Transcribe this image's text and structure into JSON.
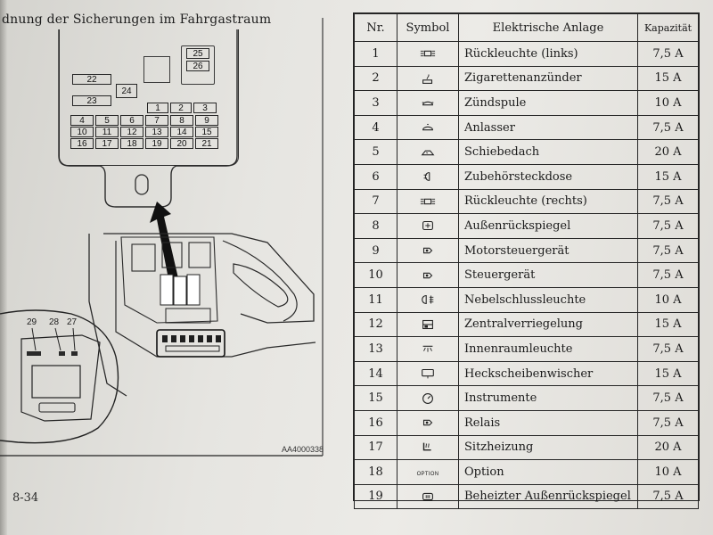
{
  "diagram": {
    "title": "dnung der Sicherungen im Fahrgastraum",
    "figure_code": "AA4000338",
    "page_number": "8-34",
    "fuses_top": [
      "25",
      "26",
      "22",
      "24",
      "23"
    ],
    "fuses_row1": [
      "1",
      "2",
      "3"
    ],
    "fuses_row2": [
      "4",
      "5",
      "6",
      "7",
      "8",
      "9"
    ],
    "fuses_row3": [
      "10",
      "11",
      "12",
      "13",
      "14",
      "15"
    ],
    "fuses_row4": [
      "16",
      "17",
      "18",
      "19",
      "20",
      "21"
    ],
    "inset_labels": [
      "29",
      "28",
      "27"
    ]
  },
  "table": {
    "headers": {
      "nr": "Nr.",
      "symbol": "Symbol",
      "anlage": "Elektrische Anlage",
      "kapazitaet": "Kapazität"
    },
    "rows": [
      {
        "nr": "1",
        "icon": "rear-light-icon",
        "anlage": "Rückleuchte (links)",
        "kap": "7,5 A"
      },
      {
        "nr": "2",
        "icon": "cigarette-lighter-icon",
        "anlage": "Zigarettenanzünder",
        "kap": "15 A"
      },
      {
        "nr": "3",
        "icon": "ignition-coil-icon",
        "anlage": "Zündspule",
        "kap": "10 A"
      },
      {
        "nr": "4",
        "icon": "starter-icon",
        "anlage": "Anlasser",
        "kap": "7,5 A"
      },
      {
        "nr": "5",
        "icon": "sunroof-icon",
        "anlage": "Schiebedach",
        "kap": "20 A"
      },
      {
        "nr": "6",
        "icon": "accessory-socket-icon",
        "anlage": "Zubehörsteckdose",
        "kap": "15 A"
      },
      {
        "nr": "7",
        "icon": "rear-light-icon",
        "anlage": "Rückleuchte (rechts)",
        "kap": "7,5 A"
      },
      {
        "nr": "8",
        "icon": "mirror-icon",
        "anlage": "Außenrückspiegel",
        "kap": "7,5 A"
      },
      {
        "nr": "9",
        "icon": "engine-control-icon",
        "anlage": "Motorsteuergerät",
        "kap": "7,5 A"
      },
      {
        "nr": "10",
        "icon": "engine-control-icon",
        "anlage": "Steuergerät",
        "kap": "7,5 A"
      },
      {
        "nr": "11",
        "icon": "rear-fog-light-icon",
        "anlage": "Nebelschlussleuchte",
        "kap": "10 A"
      },
      {
        "nr": "12",
        "icon": "door-lock-icon",
        "anlage": "Zentralverriegelung",
        "kap": "15 A"
      },
      {
        "nr": "13",
        "icon": "interior-light-icon",
        "anlage": "Innenraumleuchte",
        "kap": "7,5 A"
      },
      {
        "nr": "14",
        "icon": "rear-wiper-icon",
        "anlage": "Heckscheibenwischer",
        "kap": "15 A"
      },
      {
        "nr": "15",
        "icon": "instruments-icon",
        "anlage": "Instrumente",
        "kap": "7,5 A"
      },
      {
        "nr": "16",
        "icon": "relay-icon",
        "anlage": "Relais",
        "kap": "7,5 A"
      },
      {
        "nr": "17",
        "icon": "seat-heating-icon",
        "anlage": "Sitzheizung",
        "kap": "20 A"
      },
      {
        "nr": "18",
        "icon": "option-text-icon",
        "anlage": "Option",
        "kap": "10 A",
        "symbol_text": "OPTION"
      },
      {
        "nr": "19",
        "icon": "heated-mirror-icon",
        "anlage": "Beheizter Außenrückspiegel",
        "kap": "7,5 A"
      }
    ]
  }
}
